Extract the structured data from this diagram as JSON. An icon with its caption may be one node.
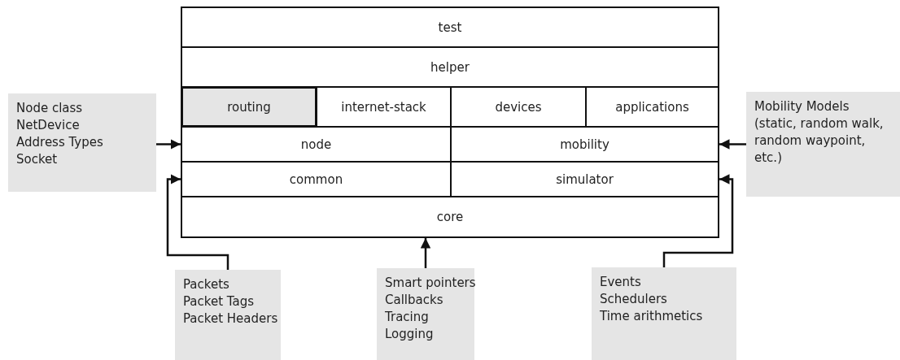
{
  "diagram": {
    "nodes": [
      {
        "text": [
          "test"
        ]
      },
      {
        "text": [
          "helper"
        ]
      },
      {
        "text": [
          "routing"
        ]
      },
      {
        "text": [
          "internet-stack"
        ]
      },
      {
        "text": [
          "devices"
        ]
      },
      {
        "text": [
          "applications"
        ]
      },
      {
        "text": [
          "node"
        ]
      },
      {
        "text": [
          "mobility"
        ]
      },
      {
        "text": [
          "common"
        ]
      },
      {
        "text": [
          "simulator"
        ]
      },
      {
        "text": [
          "core"
        ]
      },
      {
        "text": [
          "Node class",
          "NetDevice",
          "Address Types",
          "Socket"
        ]
      },
      {
        "text": [
          "Mobility Models",
          "(static, random walk, random waypoint, etc.)"
        ]
      },
      {
        "text": [
          "Packets",
          "Packet Tags",
          "Packet Headers"
        ]
      },
      {
        "text": [
          "Smart pointers",
          "Callbacks",
          "Tracing",
          "Logging"
        ]
      },
      {
        "text": [
          "Events",
          "Schedulers",
          "Time arithmetics"
        ]
      }
    ],
    "edges": [
      {
        "from": 11,
        "to": 6,
        "arrow": "to"
      },
      {
        "from": 12,
        "to": 7,
        "arrow": "to"
      },
      {
        "from": 13,
        "to": 8,
        "arrow": "to"
      },
      {
        "from": 14,
        "to": 10,
        "arrow": "to"
      },
      {
        "from": 15,
        "to": 9,
        "arrow": "to"
      }
    ]
  }
}
